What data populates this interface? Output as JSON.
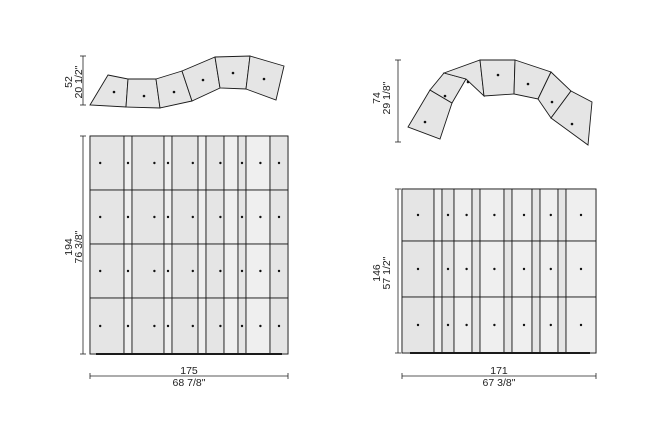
{
  "left_unit": {
    "top_view": {
      "depth_cm": "52",
      "depth_in": "20 1/2\""
    },
    "front_view": {
      "height_cm": "194",
      "height_in": "76 3/8\""
    },
    "width_cm": "175",
    "width_in": "68 7/8\""
  },
  "right_unit": {
    "top_view": {
      "depth_cm": "74",
      "depth_in": "29 1/8\""
    },
    "front_view": {
      "height_cm": "146",
      "height_in": "57 1/2\""
    },
    "width_cm": "171",
    "width_in": "67 3/8\""
  },
  "colors": {
    "panel": "#e5e5e5",
    "stroke": "#1a1a1a",
    "background": "#ffffff"
  }
}
